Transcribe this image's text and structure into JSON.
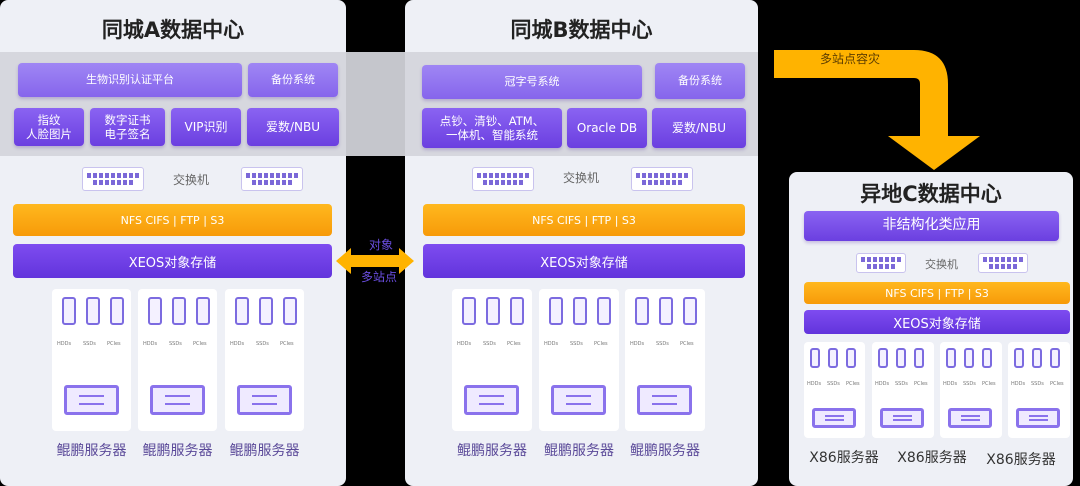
{
  "center_a": {
    "title": "同城A数据中心",
    "app_main": "生物识别认证平台",
    "backup": "备份系统",
    "apps": [
      "指纹\n人脸图片",
      "数字证书\n电子签名",
      "VIP识别",
      "爱数/NBU"
    ],
    "switch_label": "交换机",
    "protocol": "NFS CIFS | FTP | S3",
    "storage": "XEOS对象存储",
    "servers": [
      "鲲鹏服务器",
      "鲲鹏服务器",
      "鲲鹏服务器"
    ]
  },
  "center_b": {
    "title": "同城B数据中心",
    "app_main": "冠字号系统",
    "backup": "备份系统",
    "apps": [
      "点钞、清钞、ATM、\n一体机、智能系统",
      "Oracle DB",
      "爱数/NBU"
    ],
    "switch_label": "交换机",
    "protocol": "NFS CIFS | FTP | S3",
    "storage": "XEOS对象存储",
    "servers": [
      "鲲鹏服务器",
      "鲲鹏服务器",
      "鲲鹏服务器"
    ]
  },
  "center_c": {
    "title": "异地C数据中心",
    "app": "非结构化类应用",
    "switch_label": "交换机",
    "protocol": "NFS CIFS | FTP | S3",
    "storage": "XEOS对象存储",
    "servers": [
      "X86服务器",
      "X86服务器",
      "X86服务器"
    ]
  },
  "connector_ab": {
    "line1": "对象",
    "line2": "多站点"
  },
  "dr_arrow": {
    "label": "多站点容灾"
  },
  "server_part_labels": {
    "hdd": "HDDs",
    "ssd": "SSDs",
    "pcie": "PCIes"
  },
  "colors": {
    "purple": "#6b3fe0",
    "orange": "#f8a20e",
    "panel": "#eef0f6",
    "arrow": "#ffb300"
  }
}
